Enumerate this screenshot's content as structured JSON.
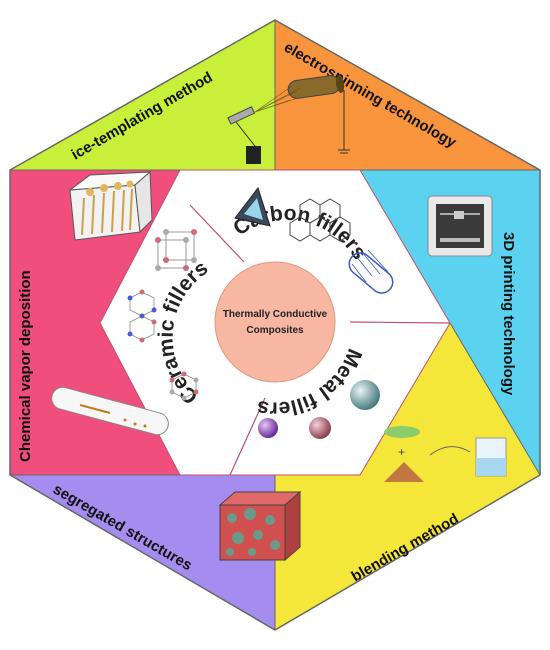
{
  "center": {
    "line1": "Thermally Conductive",
    "line2": "Composites",
    "color": "#f7b7a3"
  },
  "fillers": {
    "carbon": "Carbon fillers",
    "metal": "Metal fillers",
    "ceramic": "Ceramic fillers"
  },
  "methods": {
    "electrospinning": {
      "label": "electrospinning technology",
      "color": "#f7943c"
    },
    "printing": {
      "label": "3D printing technology",
      "color": "#5bd3f0"
    },
    "blending": {
      "label": "blending method",
      "color": "#f5e63a"
    },
    "segregated": {
      "label": "segregated structures",
      "color": "#a58df0"
    },
    "cvd": {
      "label": "Chemical vapor deposition",
      "color": "#f04e7c"
    },
    "ice": {
      "label": "ice-templating method",
      "color": "#c8f03a"
    }
  }
}
